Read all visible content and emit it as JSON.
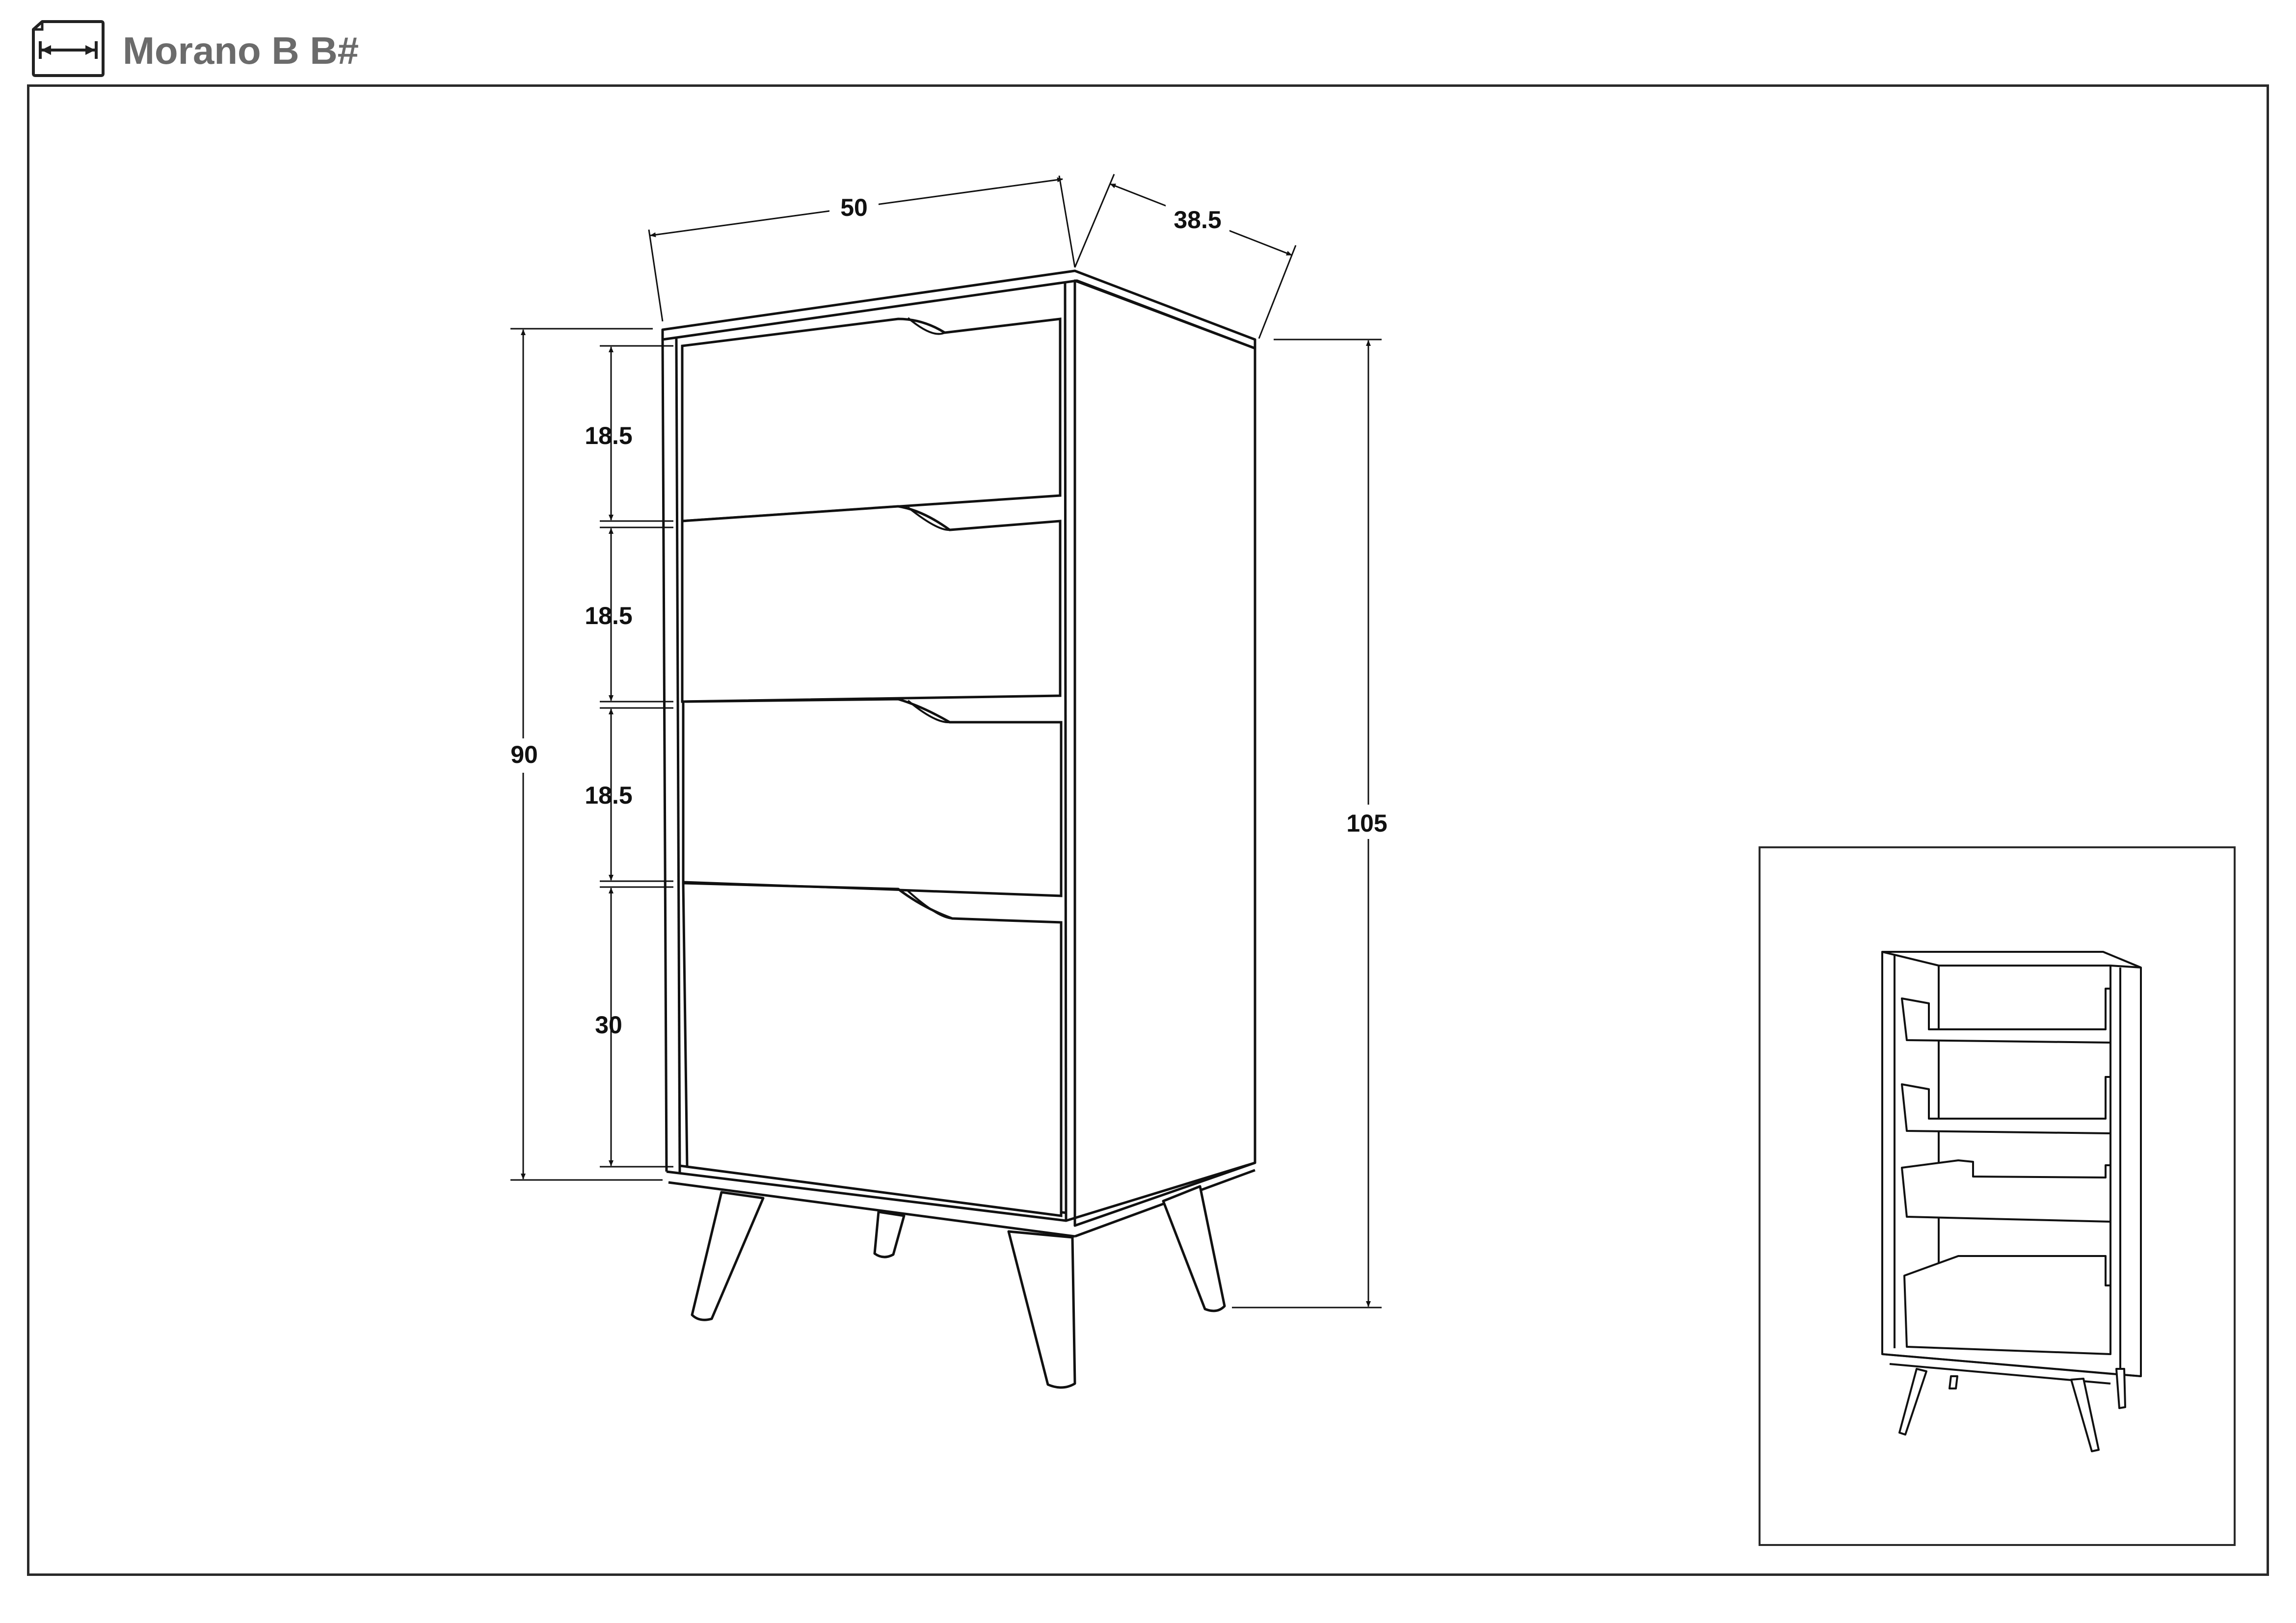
{
  "header": {
    "icon": "dimension-arrow-icon",
    "title": "Morano B B#"
  },
  "dimensions": {
    "width": "50",
    "depth": "38.5",
    "body_height": "90",
    "total_height": "105",
    "drawer_1": "18.5",
    "drawer_2": "18.5",
    "drawer_3": "18.5",
    "drawer_4": "30"
  },
  "colors": {
    "line": "#111111",
    "title": "#6b6b6b"
  }
}
